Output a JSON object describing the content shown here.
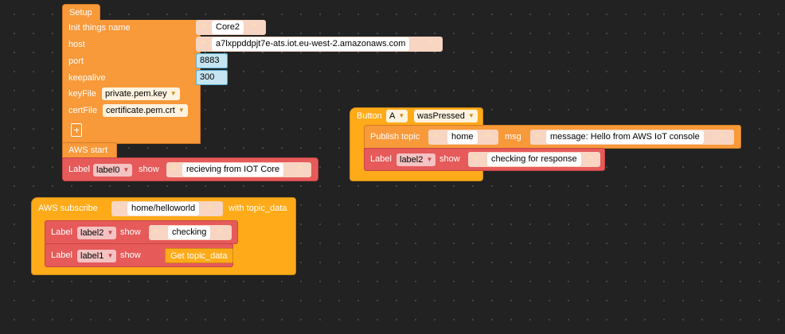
{
  "setup": {
    "header": "Setup",
    "init_things_name_label": "Init things name",
    "init_things_name_value": "Core2",
    "host_label": "host",
    "host_value": "a7lxppddpjt7e-ats.iot.eu-west-2.amazonaws.com",
    "port_label": "port",
    "port_value": "8883",
    "keepalive_label": "keepalive",
    "keepalive_value": "300",
    "keyfile_label": "keyFile",
    "keyfile_value": "private.pem.key",
    "certfile_label": "certFile",
    "certfile_value": "certificate.pem.crt",
    "aws_start_label": "AWS start",
    "label_block": {
      "label_word": "Label",
      "label_value": "label0",
      "show_word": "show",
      "text": "recieving from IOT Core"
    }
  },
  "button_event": {
    "button_word": "Button",
    "button_value": "A",
    "event_value": "wasPressed",
    "publish_label": "Publish topic",
    "publish_topic": "home",
    "msg_label": "msg",
    "msg_value": "message: Hello from AWS IoT console",
    "label_block": {
      "label_word": "Label",
      "label_value": "label2",
      "show_word": "show",
      "text": "checking for response"
    }
  },
  "subscribe": {
    "aws_subscribe_label": "AWS subscribe",
    "topic": "home/helloworld",
    "with_label": "with topic_data",
    "label_block_1": {
      "label_word": "Label",
      "label_value": "label2",
      "show_word": "show",
      "text": "checking"
    },
    "label_block_2": {
      "label_word": "Label",
      "label_value": "label1",
      "show_word": "show",
      "get_label": "Get topic_data"
    }
  },
  "colors": {
    "canvas": "#222222",
    "event_orange": "#ffab19",
    "setup_orange": "#f8993a",
    "label_red": "#e65a5a",
    "number_blue": "#5cb1d6"
  }
}
